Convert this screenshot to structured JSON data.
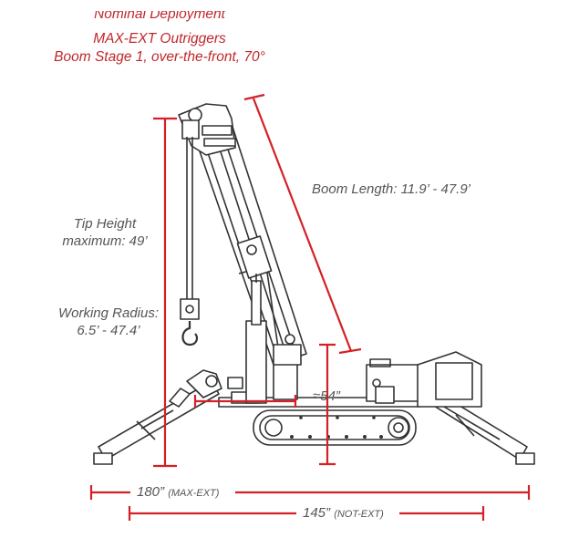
{
  "title": {
    "line1": "Nominal Deployment",
    "line2": "MAX-EXT Outriggers",
    "line3": "Boom Stage 1, over-the-front, 70°"
  },
  "labels": {
    "tip_height_line1": "Tip Height",
    "tip_height_line2": "maximum: 49’",
    "working_radius_line1": "Working Radius:",
    "working_radius_line2": "6.5’ - 47.4’",
    "boom_length": "Boom Length: 11.9’ - 47.9’",
    "track_height": "≈54”"
  },
  "dimensions": {
    "max_ext_value": "180”",
    "max_ext_note": "(MAX-EXT)",
    "not_ext_value": "145”",
    "not_ext_note": "(NOT-EXT)"
  },
  "colors": {
    "dimension_red": "#d42027",
    "title_red": "#c0282a",
    "label_gray": "#555555",
    "line_art": "#333333"
  }
}
